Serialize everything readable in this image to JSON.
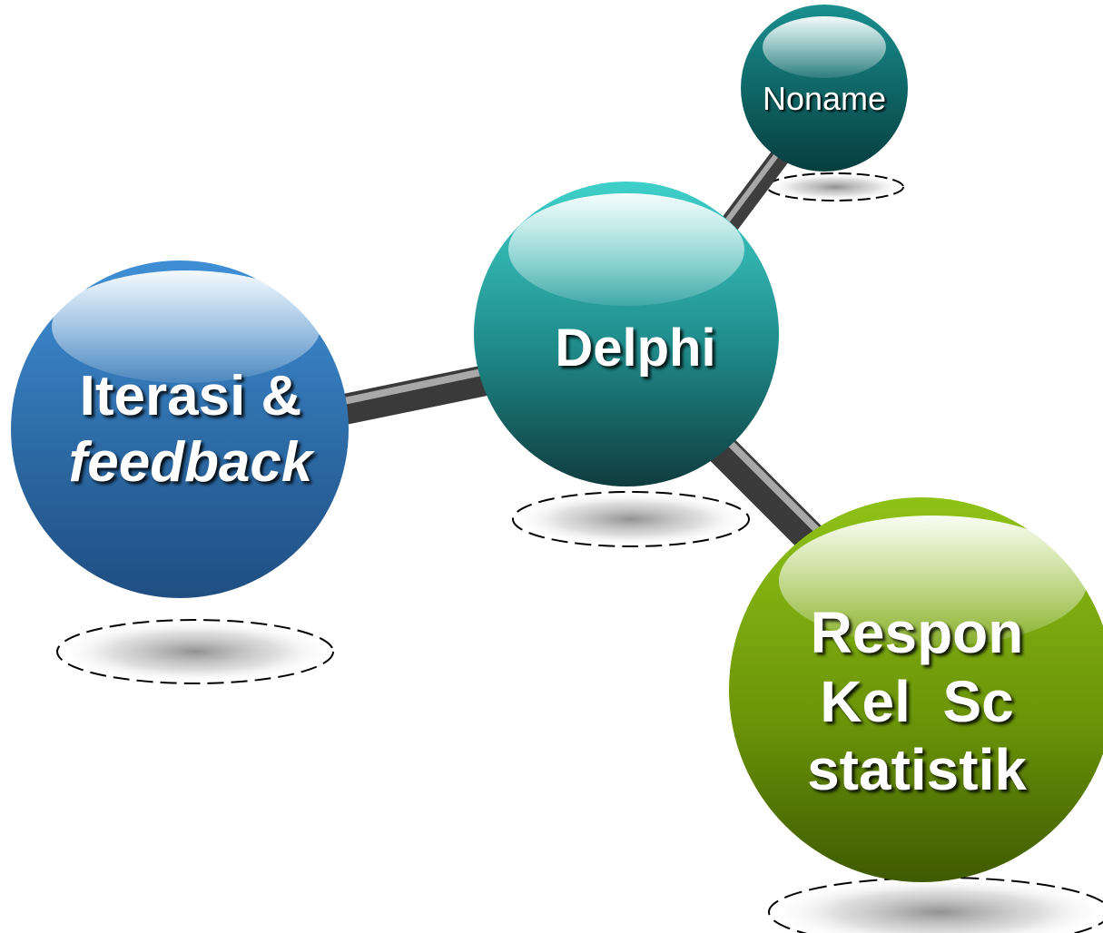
{
  "nodes": {
    "noname": {
      "label": "Noname",
      "color": "#0b6d6e"
    },
    "delphi": {
      "label": "Delphi",
      "color": "#2ab3ae"
    },
    "iterasi": {
      "line1": "Iterasi &",
      "line2": "feedback",
      "color": "#2f74b3"
    },
    "respon": {
      "line1": "Respon",
      "line2": "Kel  Sc",
      "line3": "statistik",
      "color": "#7aa60a"
    }
  },
  "connector_color": "#6b6b6b"
}
